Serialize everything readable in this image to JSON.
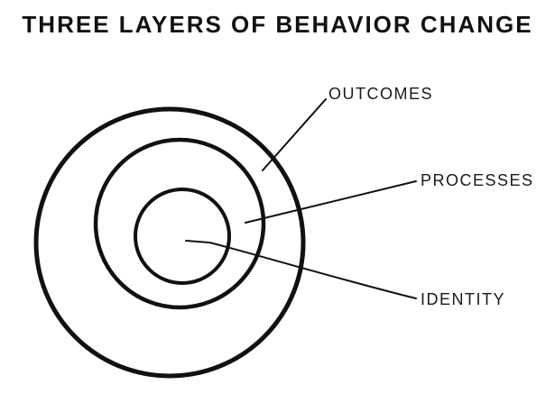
{
  "title": "THREE LAYERS OF BEHAVIOR CHANGE",
  "colors": {
    "ink": "#111111",
    "background": "#ffffff"
  },
  "diagram": {
    "type": "concentric-circles",
    "rings": [
      {
        "label": "OUTCOMES",
        "position": "outer"
      },
      {
        "label": "PROCESSES",
        "position": "middle"
      },
      {
        "label": "IDENTITY",
        "position": "inner"
      }
    ]
  }
}
